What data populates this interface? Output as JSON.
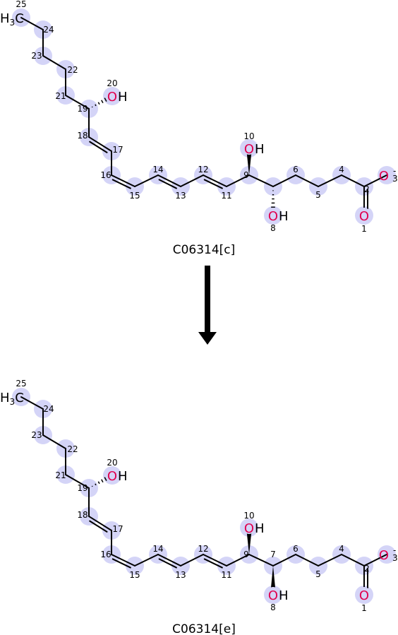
{
  "molecules": [
    {
      "name": "C06314[c]"
    },
    {
      "name": "C06314[e]"
    }
  ],
  "atom_labels": {
    "o": "O",
    "h": "H",
    "h3c_h": "H",
    "h3c_sub": "3",
    "h3c_c": "C",
    "charge": "-",
    "o3_sub": "3"
  },
  "atom_numbers": [
    "1",
    "2",
    "4",
    "5",
    "6",
    "7",
    "8",
    "9",
    "10",
    "11",
    "12",
    "13",
    "14",
    "15",
    "16",
    "17",
    "18",
    "19",
    "20",
    "21",
    "22",
    "23",
    "24",
    "25"
  ],
  "colors": {
    "highlight": "#d4d4f7",
    "oxygen": "#e0004e",
    "bond": "#000000"
  }
}
